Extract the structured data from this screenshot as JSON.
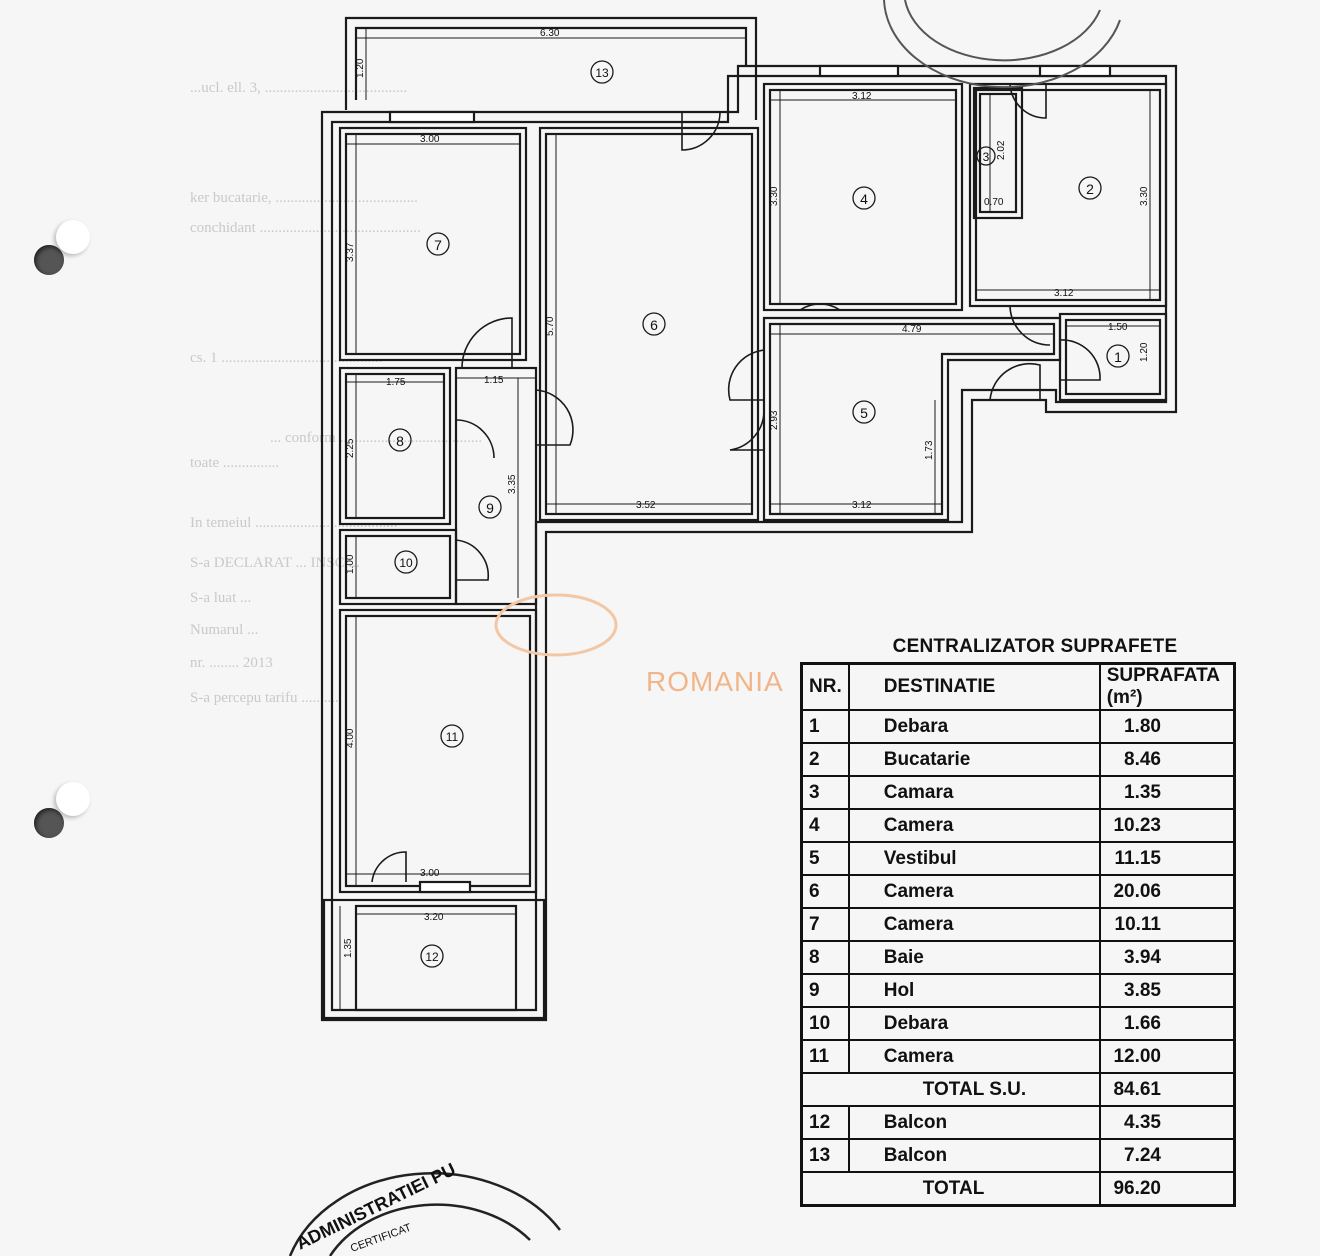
{
  "plan": {
    "rooms": [
      "1",
      "2",
      "3",
      "4",
      "5",
      "6",
      "7",
      "8",
      "9",
      "10",
      "11",
      "12",
      "13"
    ],
    "dimensions": [
      "6.30",
      "1.20",
      "3.12",
      "3.00",
      "3.37",
      "5.70",
      "3.30",
      "2.02",
      "0.70",
      "3.30",
      "3.12",
      "4.79",
      "1.50",
      "1.20",
      "1.75",
      "1.15",
      "2.25",
      "3.35",
      "2.93",
      "1.73",
      "3.52",
      "3.12",
      "1.00",
      "4.00",
      "3.00",
      "3.20",
      "1.35"
    ]
  },
  "summary": {
    "title": "CENTRALIZATOR SUPRAFETE",
    "headers": {
      "nr": "NR.",
      "destination": "DESTINATIE",
      "area": "SUPRAFATA (m²)"
    },
    "rows": [
      {
        "nr": "1",
        "destination": "Debara",
        "area": "1.80"
      },
      {
        "nr": "2",
        "destination": "Bucatarie",
        "area": "8.46"
      },
      {
        "nr": "3",
        "destination": "Camara",
        "area": "1.35"
      },
      {
        "nr": "4",
        "destination": "Camera",
        "area": "10.23"
      },
      {
        "nr": "5",
        "destination": "Vestibul",
        "area": "11.15"
      },
      {
        "nr": "6",
        "destination": "Camera",
        "area": "20.06"
      },
      {
        "nr": "7",
        "destination": "Camera",
        "area": "10.11"
      },
      {
        "nr": "8",
        "destination": "Baie",
        "area": "3.94"
      },
      {
        "nr": "9",
        "destination": "Hol",
        "area": "3.85"
      },
      {
        "nr": "10",
        "destination": "Debara",
        "area": "1.66"
      },
      {
        "nr": "11",
        "destination": "Camera",
        "area": "12.00"
      }
    ],
    "subtotal": {
      "label": "TOTAL S.U.",
      "area": "84.61"
    },
    "balconies": [
      {
        "nr": "12",
        "destination": "Balcon",
        "area": "4.35"
      },
      {
        "nr": "13",
        "destination": "Balcon",
        "area": "7.24"
      }
    ],
    "total": {
      "label": "TOTAL",
      "area": "96.20"
    }
  },
  "watermark": "ROMANIA",
  "stamp_bottom": {
    "arc": "ADMINISTRATIEI PU",
    "inner": "CERTIFICAT"
  },
  "background_text": [
    "...ucl. ell. 3, ......................................",
    "ker bucatarie, ......................................",
    "conchidant ...........................................",
    "cs. 1 ...........................................",
    "... conform ......................................",
    "toate ...............",
    "In temeiul ......................................",
    "S-a DECLARAT ... INSC ...",
    "S-a luat ...",
    "Numarul ...",
    "nr. ........ 2013",
    "S-a percepu tarifu .........."
  ],
  "colors": {
    "wall": "#1a1a1a",
    "paper": "#f6f6f6",
    "watermark": "#f1b58a"
  }
}
